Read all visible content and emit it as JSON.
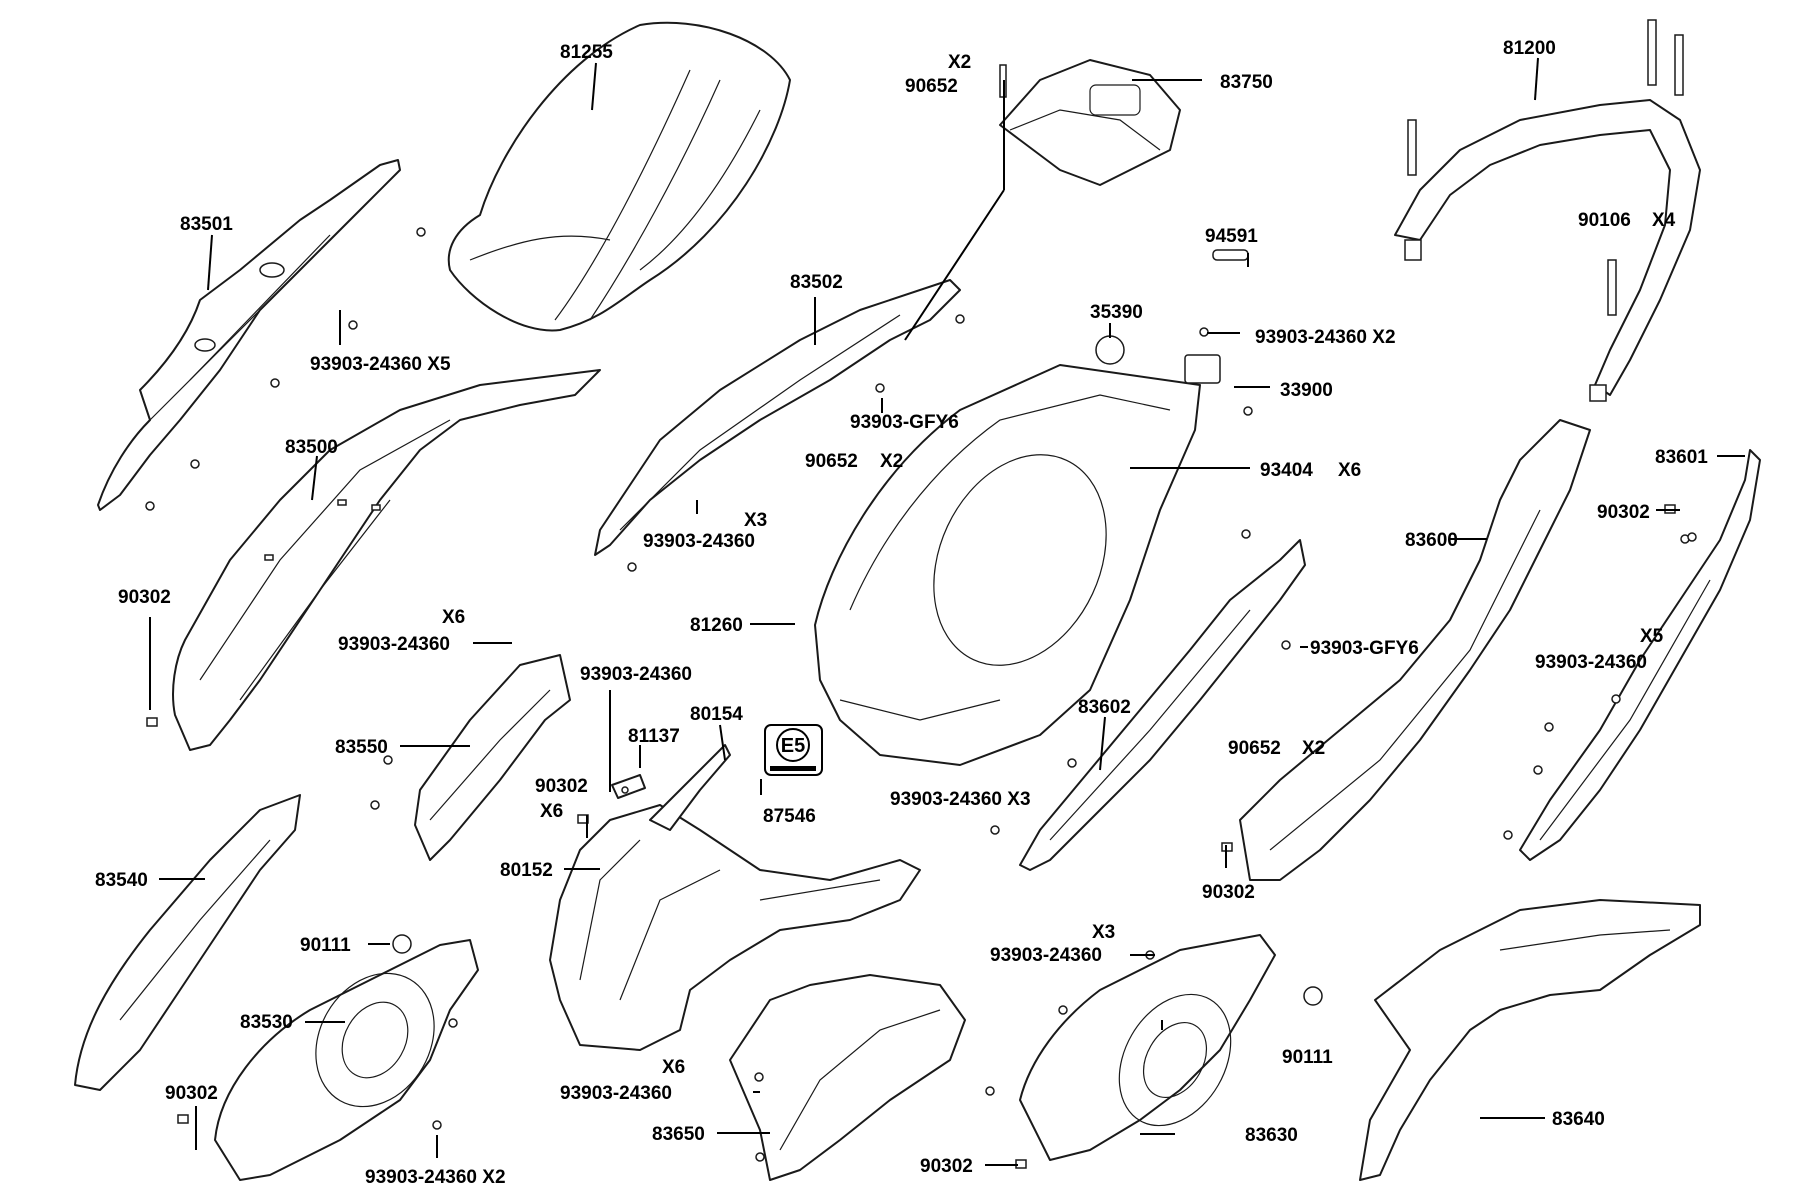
{
  "badge": "E5",
  "labels": {
    "p81255": "81255",
    "p83501": "83501",
    "s93903_x5_left": "93903-24360 X5",
    "p83500": "83500",
    "p90302_left": "90302",
    "x6_left": "X6",
    "s93903_left": "93903-24360",
    "p83550": "83550",
    "p83540": "83540",
    "p90111_left": "90111",
    "p83530": "83530",
    "p90302_bl": "90302",
    "s93903_x2_bottom": "93903-24360 X2",
    "x2_top": "X2",
    "p90652_top": "90652",
    "p83750": "83750",
    "p83502": "83502",
    "s93903_gfy6_mid": "93903-GFY6",
    "p90652_mid": "90652",
    "x2_mid": "X2",
    "x3_mid": "X3",
    "s93903_mid": "93903-24360",
    "p35390": "35390",
    "p94591": "94591",
    "s93903_x2_right": "93903-24360 X2",
    "p33900": "33900",
    "p93404": "93404",
    "x6_93404": "X6",
    "p81260": "81260",
    "s93903_center": "93903-24360",
    "p80154": "80154",
    "p81137": "81137",
    "p90302_center": "90302",
    "x6_center": "X6",
    "p87546": "87546",
    "p80152": "80152",
    "p81200": "81200",
    "p90106": "90106",
    "x4": "X4",
    "p83601": "83601",
    "p90302_right": "90302",
    "p83600": "83600",
    "s93903_gfy6_right": "93903-GFY6",
    "x5_right": "X5",
    "s93903_right": "93903-24360",
    "p83602": "83602",
    "p90652_right": "90652",
    "x2_right": "X2",
    "s93903_x3": "93903-24360 X3",
    "p90302_mr": "90302",
    "x3_lower": "X3",
    "s93903_lower": "93903-24360",
    "p90111_right": "90111",
    "x6_lower": "X6",
    "s93903_lower2": "93903-24360",
    "p83650": "83650",
    "p83630": "83630",
    "p83640": "83640",
    "p90302_bottom": "90302"
  }
}
